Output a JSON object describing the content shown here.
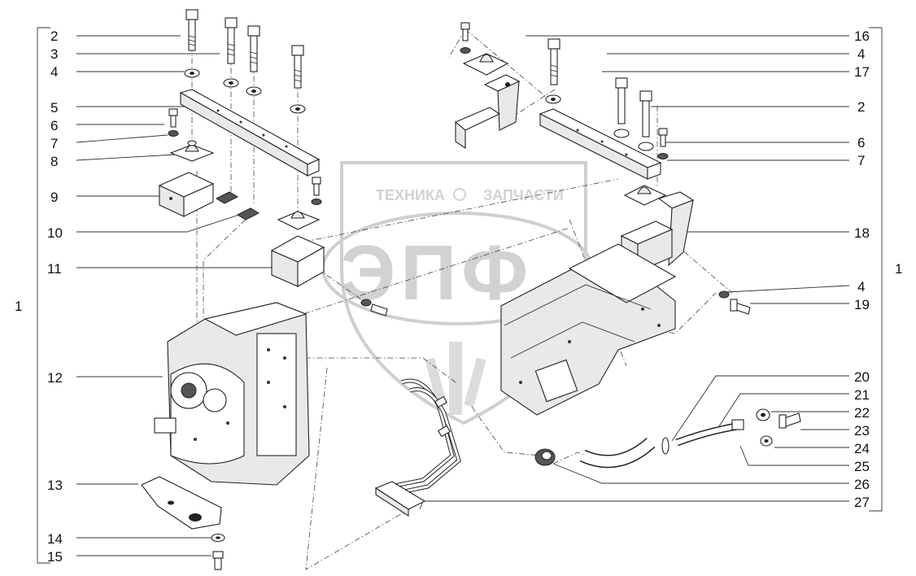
{
  "watermark": {
    "text_top": "ТЕХНИКА",
    "text_top2": "ЗАПЧАСТИ",
    "logo": "ЭПФ"
  },
  "callouts_left": [
    "2",
    "3",
    "4",
    "5",
    "6",
    "7",
    "8",
    "9",
    "10",
    "11",
    "12",
    "13",
    "14",
    "15"
  ],
  "callouts_right": [
    "16",
    "4",
    "17",
    "2",
    "6",
    "7",
    "18",
    "4",
    "19",
    "20",
    "21",
    "22",
    "23",
    "24",
    "25",
    "26",
    "27"
  ],
  "assembly_left": "1",
  "assembly_right": "1"
}
